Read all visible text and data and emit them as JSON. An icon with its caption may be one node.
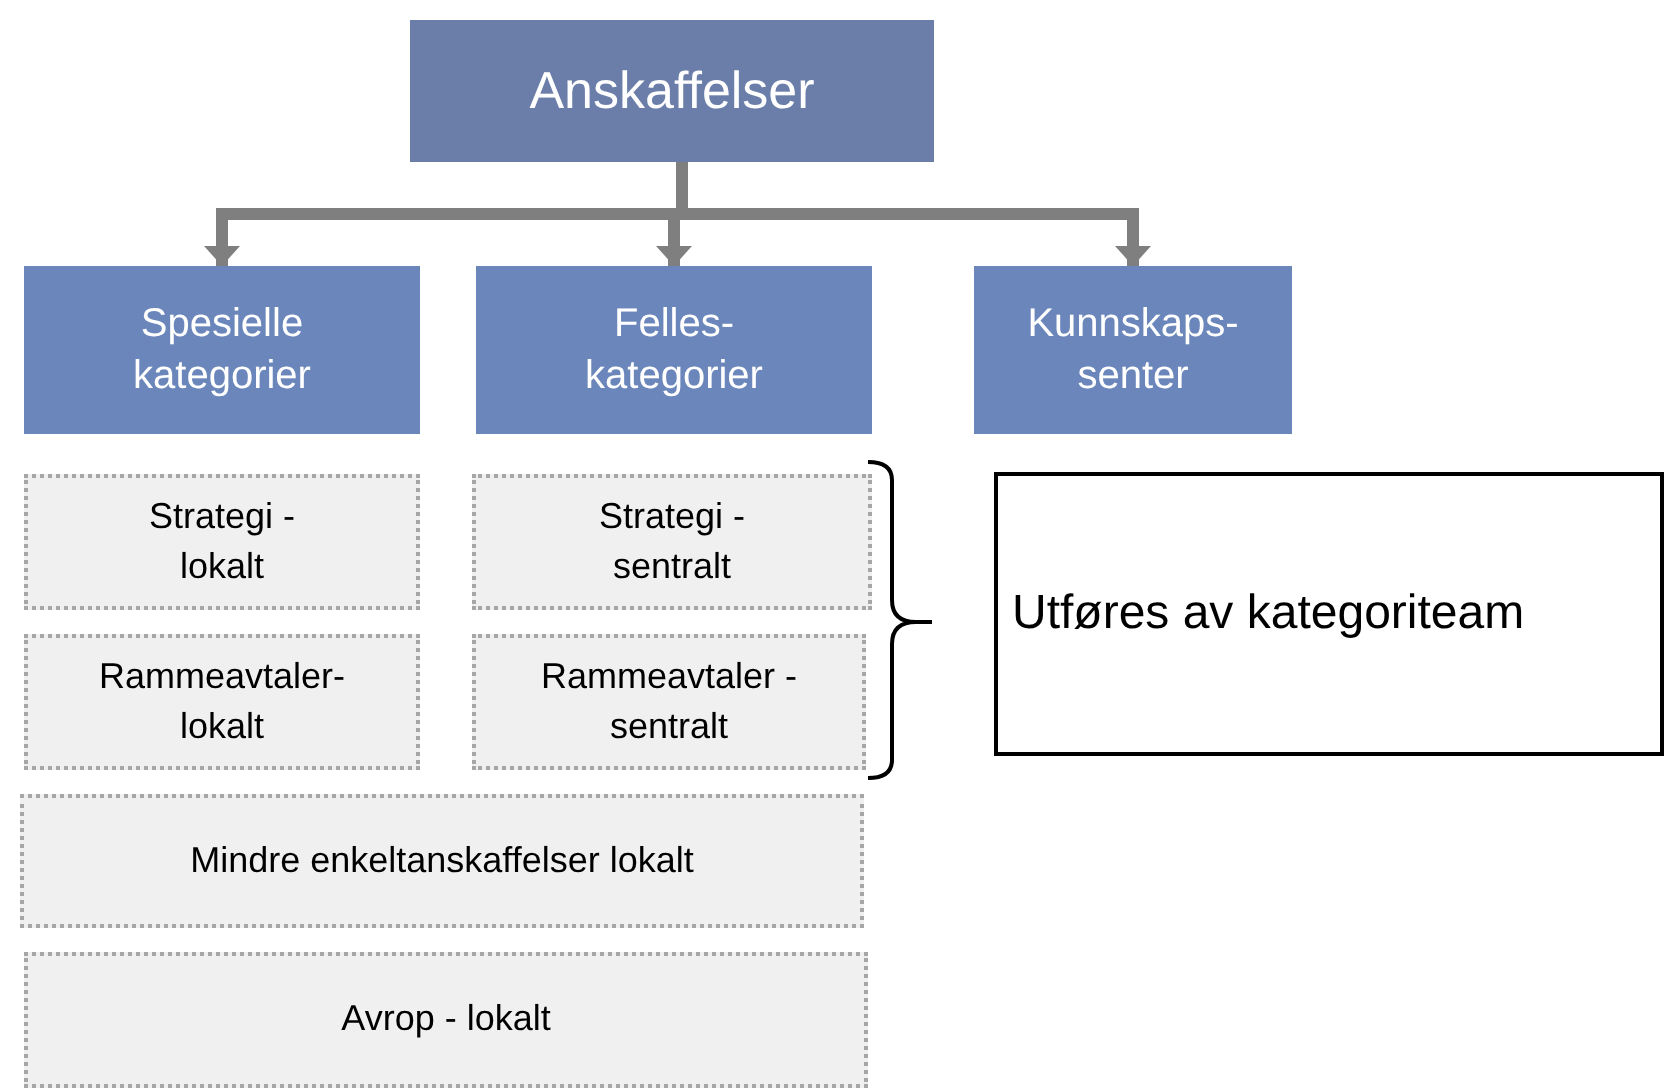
{
  "diagram": {
    "nodes": [
      {
        "text": [
          "Anskaffelser"
        ]
      },
      {
        "text": [
          "Spesielle kategorier"
        ]
      },
      {
        "text": [
          "Felles- kategorier"
        ]
      },
      {
        "text": [
          "Kunnskaps- senter"
        ]
      },
      {
        "text": [
          "Strategi - lokalt"
        ]
      },
      {
        "text": [
          "Strategi - sentralt"
        ]
      },
      {
        "text": [
          "Rammeavtaler- lokalt"
        ]
      },
      {
        "text": [
          "Rammeavtaler - sentralt"
        ]
      },
      {
        "text": [
          "Mindre enkeltanskaffelser lokalt"
        ]
      },
      {
        "text": [
          "Avrop - lokalt"
        ]
      },
      {
        "text": [
          "Utføres av kategoriteam"
        ]
      }
    ],
    "edges": [
      {
        "from": 0,
        "to": 1,
        "arrow": "to"
      },
      {
        "from": 0,
        "to": 2,
        "arrow": "to"
      },
      {
        "from": 0,
        "to": 3,
        "arrow": "to"
      }
    ]
  }
}
